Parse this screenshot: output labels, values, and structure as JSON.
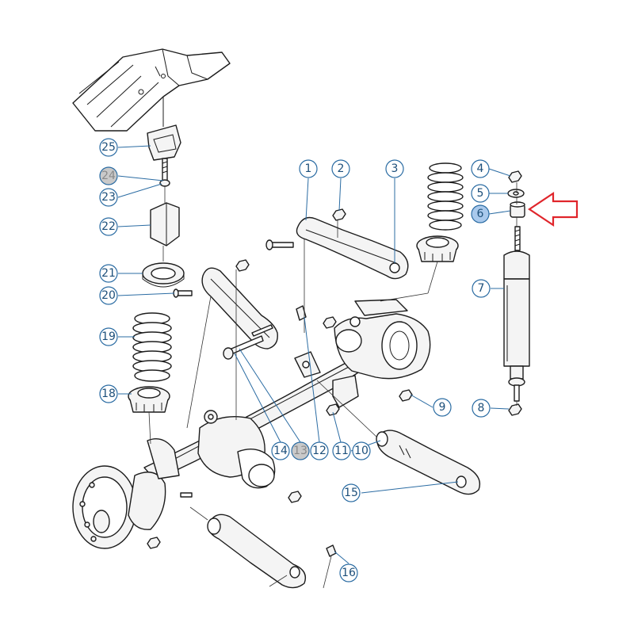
{
  "callouts": [
    {
      "id": "1",
      "label": "1",
      "state": "normal"
    },
    {
      "id": "2",
      "label": "2",
      "state": "normal"
    },
    {
      "id": "3",
      "label": "3",
      "state": "normal"
    },
    {
      "id": "4",
      "label": "4",
      "state": "normal"
    },
    {
      "id": "5",
      "label": "5",
      "state": "normal"
    },
    {
      "id": "6",
      "label": "6",
      "state": "highlighted"
    },
    {
      "id": "7",
      "label": "7",
      "state": "normal"
    },
    {
      "id": "8",
      "label": "8",
      "state": "normal"
    },
    {
      "id": "9",
      "label": "9",
      "state": "normal"
    },
    {
      "id": "10",
      "label": "10",
      "state": "normal"
    },
    {
      "id": "11",
      "label": "11",
      "state": "normal"
    },
    {
      "id": "12",
      "label": "12",
      "state": "normal"
    },
    {
      "id": "13",
      "label": "13",
      "state": "disabled"
    },
    {
      "id": "14",
      "label": "14",
      "state": "normal"
    },
    {
      "id": "15",
      "label": "15",
      "state": "normal"
    },
    {
      "id": "16",
      "label": "16",
      "state": "normal"
    },
    {
      "id": "18",
      "label": "18",
      "state": "normal"
    },
    {
      "id": "19",
      "label": "19",
      "state": "normal"
    },
    {
      "id": "20",
      "label": "20",
      "state": "normal"
    },
    {
      "id": "21",
      "label": "21",
      "state": "normal"
    },
    {
      "id": "22",
      "label": "22",
      "state": "normal"
    },
    {
      "id": "23",
      "label": "23",
      "state": "normal"
    },
    {
      "id": "24",
      "label": "24",
      "state": "disabled"
    },
    {
      "id": "25",
      "label": "25",
      "state": "normal"
    }
  ],
  "colors": {
    "callout_stroke": "#2b6ca3",
    "callout_text": "#1d4f7a",
    "callout_fill": "#ffffff",
    "highlight_fill": "#a9c9ec",
    "disabled_fill": "#c9c9c9",
    "disabled_text": "#8a8a8a",
    "arrow": "#e0252b",
    "line": "#1c1c1c"
  },
  "icons": {
    "pointer": "left-arrow-icon"
  }
}
